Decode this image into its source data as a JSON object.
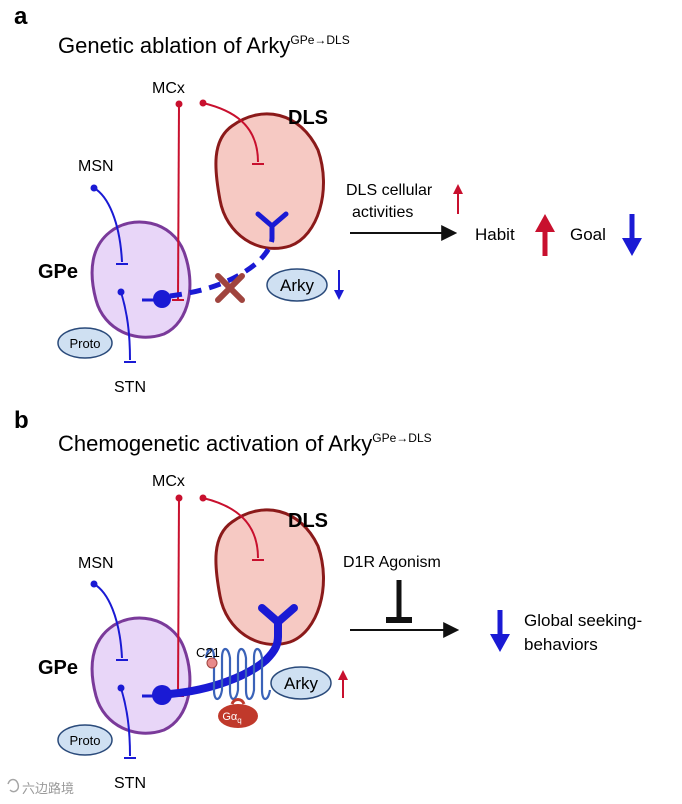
{
  "colors": {
    "red": "#c8102e",
    "blue": "#1a1ad4",
    "dark_blue": "#0c0c9e",
    "gpe_fill": "#e8d6f8",
    "gpe_stroke": "#7a3a9a",
    "dls_fill": "#f6c9c3",
    "dls_stroke": "#8b1a1a",
    "bubble_fill": "#cfe0f2",
    "bubble_stroke": "#2a4a7a",
    "cross": "#a0443e",
    "receptor": "#3a62b8",
    "gq_fill": "#c0392b"
  },
  "panel_a": {
    "letter": "a",
    "title": "Genetic ablation of Arky",
    "title_sup": "GPe→DLS",
    "mcx": "MCx",
    "dls": "DLS",
    "msn": "MSN",
    "gpe": "GPe",
    "proto": "Proto",
    "stn": "STN",
    "arky": "Arky",
    "effect_line1": "DLS cellular",
    "effect_line2": "activities",
    "habit": "Habit",
    "goal": "Goal"
  },
  "panel_b": {
    "letter": "b",
    "title": "Chemogenetic activation of Arky",
    "title_sup": "GPe→DLS",
    "mcx": "MCx",
    "dls": "DLS",
    "msn": "MSN",
    "gpe": "GPe",
    "proto": "Proto",
    "stn": "STN",
    "arky": "Arky",
    "c21": "C21",
    "gq": "Gα",
    "gq_sub": "q",
    "agonism": "D1R Agonism",
    "outcome_line1": "Global seeking-",
    "outcome_line2": "behaviors"
  },
  "watermark": "六边路境"
}
